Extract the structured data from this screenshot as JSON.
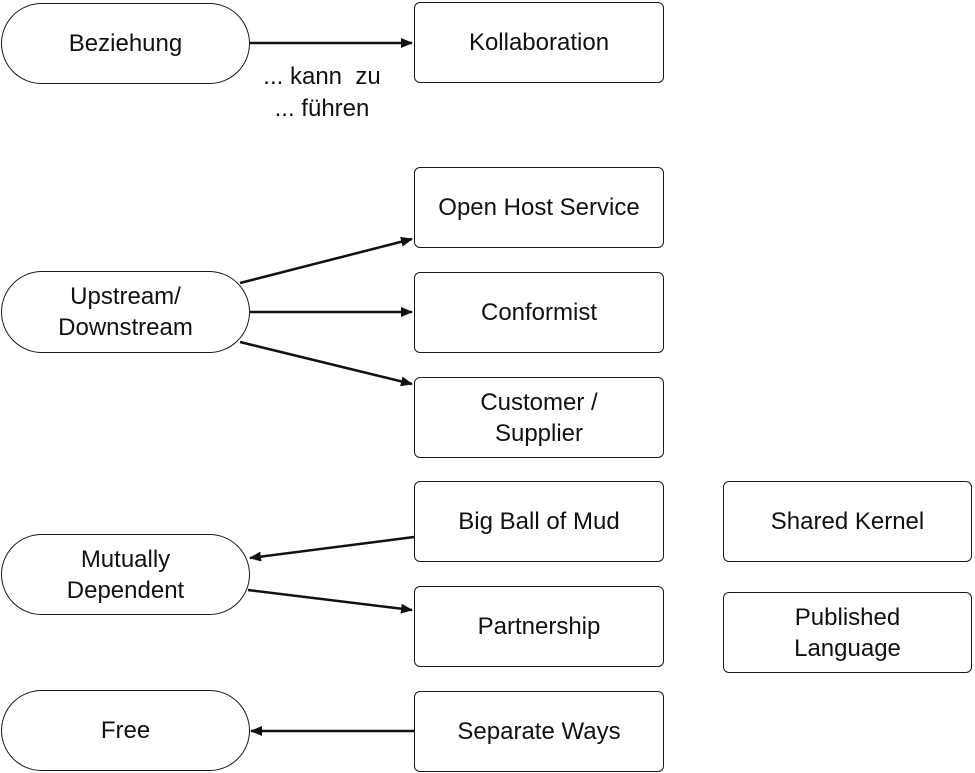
{
  "relationships": {
    "beziehung": "Beziehung",
    "upstream_downstream": "Upstream/\nDownstream",
    "mutually_dependent": "Mutually\nDependent",
    "free": "Free"
  },
  "patterns": {
    "kollaboration": "Kollaboration",
    "open_host_service": "Open Host Service",
    "conformist": "Conformist",
    "customer_supplier": "Customer /\nSupplier",
    "big_ball_of_mud": "Big Ball of Mud",
    "partnership": "Partnership",
    "separate_ways": "Separate Ways",
    "shared_kernel": "Shared Kernel",
    "published_language": "Published\nLanguage"
  },
  "annotations": {
    "kann_zu": "... kann  zu",
    "fuehren": "... führen"
  }
}
